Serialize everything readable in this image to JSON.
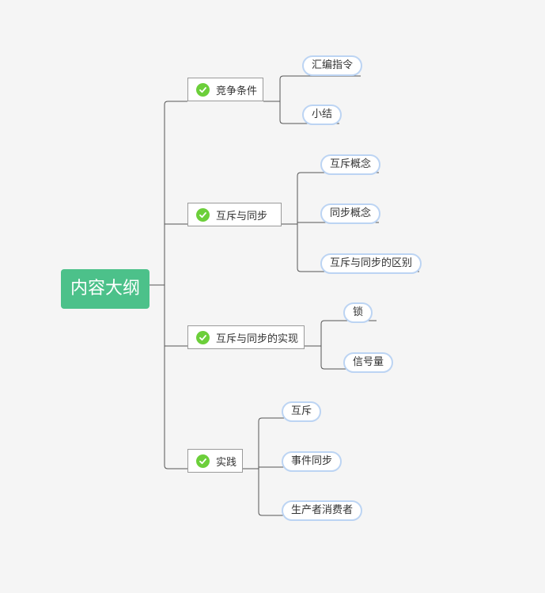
{
  "root": {
    "label": "内容大纲"
  },
  "branches": [
    {
      "label": "竞争条件",
      "status_icon": "check-circle-icon",
      "children": [
        {
          "label": "汇编指令"
        },
        {
          "label": "小结"
        }
      ]
    },
    {
      "label": "互斥与同步",
      "status_icon": "check-circle-icon",
      "children": [
        {
          "label": "互斥概念"
        },
        {
          "label": "同步概念"
        },
        {
          "label": "互斥与同步的区别"
        }
      ]
    },
    {
      "label": "互斥与同步的实现",
      "status_icon": "check-circle-icon",
      "children": [
        {
          "label": "锁"
        },
        {
          "label": "信号量"
        }
      ]
    },
    {
      "label": "实践",
      "status_icon": "check-circle-icon",
      "children": [
        {
          "label": "互斥"
        },
        {
          "label": "事件同步"
        },
        {
          "label": "生产者消费者"
        }
      ]
    }
  ],
  "colors": {
    "root_fill": "#4cc18a",
    "check_fill": "#6ccf3a",
    "leaf_border": "#bcd4f3",
    "connector": "#555555",
    "background": "#f5f5f5"
  }
}
